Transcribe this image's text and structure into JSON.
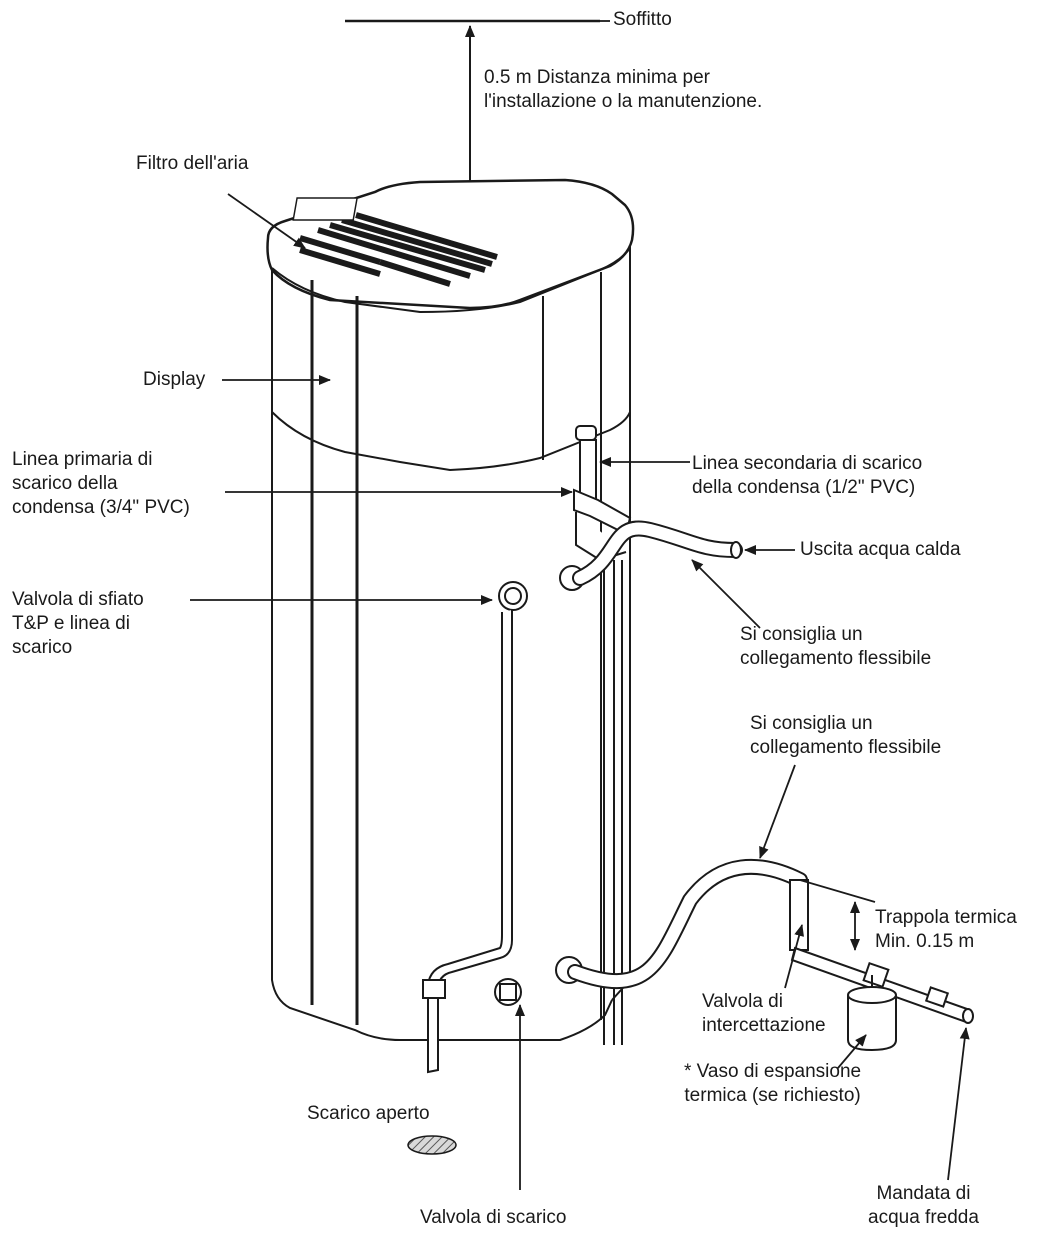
{
  "labels": {
    "ceiling": "Soffitto",
    "clearance": [
      "0.5 m Distanza minima per",
      "l'installazione o la manutenzione."
    ],
    "air_filter": "Filtro dell'aria",
    "display": "Display",
    "primary_drain": [
      "Linea primaria di",
      "scarico della",
      "condensa (3/4\" PVC)"
    ],
    "secondary_drain": [
      "Linea secondaria di scarico",
      "della condensa (1/2\" PVC)"
    ],
    "hot_water_outlet": "Uscita acqua calda",
    "tp_valve": [
      "Valvola di sfiato",
      "T&P e linea di",
      "scarico"
    ],
    "flex_connection_hot": [
      "Si consiglia un",
      "collegamento flessibile"
    ],
    "flex_connection_cold": [
      "Si consiglia un",
      "collegamento flessibile"
    ],
    "heat_trap": [
      "Trappola termica",
      "Min. 0.15 m"
    ],
    "shutoff_valve": [
      "Valvola di",
      "intercettazione"
    ],
    "expansion_tank": [
      "* Vaso di espansione",
      "termica (se richiesto)"
    ],
    "open_drain": "Scarico aperto",
    "drain_valve": "Valvola di scarico",
    "cold_water_supply": [
      "Mandata di",
      "acqua fredda"
    ]
  }
}
